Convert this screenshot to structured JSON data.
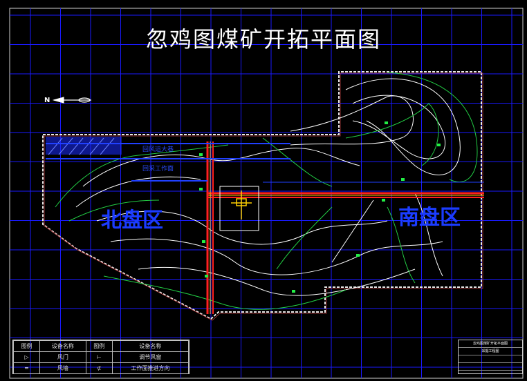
{
  "title": "忽鸡图煤矿开拓平面图",
  "north_label": "N",
  "regions": {
    "north": "北盘区",
    "south": "南盘区"
  },
  "roadway_labels": {
    "first": "回风运大巷",
    "second": "回采工作面"
  },
  "legend": {
    "headers": [
      "图例",
      "设备名称",
      "图例",
      "设备名称"
    ],
    "rows": [
      {
        "symbol1": "▷",
        "name1": "风门",
        "symbol2": "⊢",
        "name2": "调节风窗"
      },
      {
        "symbol1": "═",
        "name1": "风墙",
        "symbol2": "⊄",
        "name2": "工作面推进方向"
      }
    ]
  },
  "title_block": {
    "line1": "忽鸡图煤矿开拓平面图",
    "line2": "采掘工程图",
    "line3": ""
  },
  "colors": {
    "grid": "#1a1aff",
    "boundary": "#e8e8e8",
    "contour_white": "#ffffff",
    "contour_green": "#22cc44",
    "roadway_red": "#ff2020",
    "roadway_blue": "#2040ff",
    "shaft_yellow": "#ffd000"
  }
}
